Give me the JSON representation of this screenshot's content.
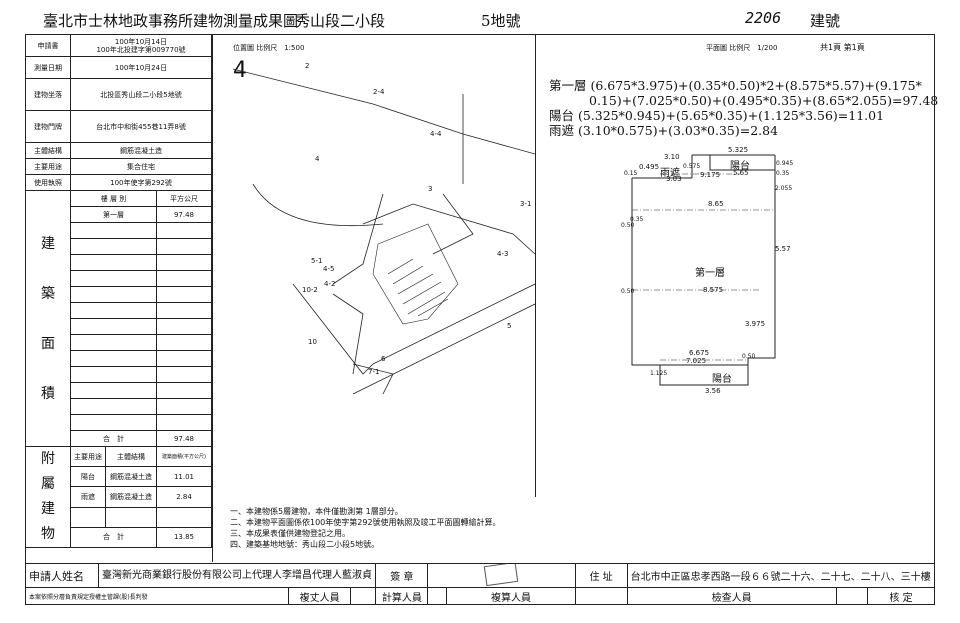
{
  "header": {
    "title": "臺北市士林地政事務所建物測量成果圖",
    "section": "秀山段二小段",
    "lot": "5地號",
    "handwritten_no": "2206",
    "building_no_label": "建號"
  },
  "left_table": {
    "application_label": "申請書",
    "application_value_1": "100年10月14日",
    "application_value_2": "100年北投建字第009770號",
    "survey_date_label": "測量日期",
    "survey_date_value": "100年10月24日",
    "location_label": "建物坐落",
    "location_value": "北投區秀山段二小段5地號",
    "address_label": "建物門牌",
    "address_value": "台北市中和街455巷11弄8號",
    "structure_label": "主體結構",
    "structure_value": "鋼筋混凝土造",
    "use_label": "主要用途",
    "use_value": "集合住宅",
    "license_label": "使用執照",
    "license_value": "100年使字第292號",
    "area_vertical_label": [
      "建",
      "築",
      "面",
      "積"
    ],
    "col_floor": "樓 層 別",
    "col_area": "平方公尺",
    "floor_rows": [
      {
        "floor": "第一層",
        "area": "97.48"
      }
    ],
    "total_label": "合　計",
    "total_area": "97.48",
    "annex_vertical_label": [
      "附",
      "屬",
      "建",
      "物"
    ],
    "annex_col_use": "主要用途",
    "annex_col_structure": "主體結構",
    "annex_col_area": "建築面積(平方公尺)",
    "annex_rows": [
      {
        "use": "陽台",
        "structure": "鋼筋混凝土造",
        "area": "11.01"
      },
      {
        "use": "雨遮",
        "structure": "鋼筋混凝土造",
        "area": "2.84"
      }
    ],
    "annex_total_label": "合　計",
    "annex_total_area": "13.85"
  },
  "map": {
    "position_label": "位置圖 比例尺　1:500",
    "north_number": "4",
    "parcels": [
      "2",
      "2-4",
      "4",
      "4-4",
      "3",
      "3-1",
      "4-3",
      "5",
      "5-1",
      "10",
      "10-2",
      "4-5",
      "4-2",
      "6",
      "7-1"
    ]
  },
  "plan": {
    "scale_label": "平面圖 比例尺　1/200",
    "page_label": "共1頁 第1頁",
    "formula_line1": "第一層 (6.675*3.975)+(0.35*0.50)*2+(8.575*5.57)+(9.175*",
    "formula_line2": "0.15)+(7.025*0.50)+(0.495*0.35)+(8.65*2.055)=97.48",
    "formula_line3": "陽台 (5.325*0.945)+(5.65*0.35)+(1.125*3.56)=11.01",
    "formula_line4": "雨遮 (3.10*0.575)+(3.03*0.35)=2.84",
    "floor_name": "第一層",
    "balcony": "陽台",
    "canopy": "雨遮",
    "dims": {
      "d5325": "5.325",
      "d310": "3.10",
      "d0495": "0.495",
      "d303": "3.03",
      "d9175": "9.175",
      "d565": "5.65",
      "d865": "8.65",
      "d8575": "8.575",
      "d557": "5.57",
      "d3975": "3.975",
      "d6675": "6.675",
      "d7025": "7.025",
      "d356": "3.56",
      "d1125": "1.125",
      "d050a": "0.50",
      "d050b": "0.50",
      "d035a": "0.35",
      "d035b": "0.35",
      "d2055": "2.055",
      "d0945": "0.945",
      "d015": "0.15",
      "d0575": "0.575",
      "d050c": "0.50"
    }
  },
  "notes": [
    "一、本建物係5層建物，本件僅勘測第 1層部分。",
    "二、本建物平面圖係依100年使字第292號使用執照及竣工平面圖轉繪計算。",
    "三、本成果表僅供建物登記之用。",
    "四、建築基地地號：秀山段二小段5地號。"
  ],
  "footer": {
    "applicant_label": "申請人姓名",
    "applicant_value_1": "臺灣新光商業銀行股份有限公司",
    "applicant_value_2": "上代理人李增昌代理人藍淑貞",
    "seal_label": "簽 章",
    "address_label": "住 址",
    "address_value": "台北市中正區忠孝西路一段６６號二十六、二十七、二十八、三十樓",
    "basis_text": "本案依照分層負責規定授權主管課(股)長判發",
    "surveyor_label": "複丈人員",
    "calculator_label": "計算人員",
    "reviewer_label": "複算人員",
    "checker_label": "檢查人員",
    "approval_label": "核 定"
  }
}
